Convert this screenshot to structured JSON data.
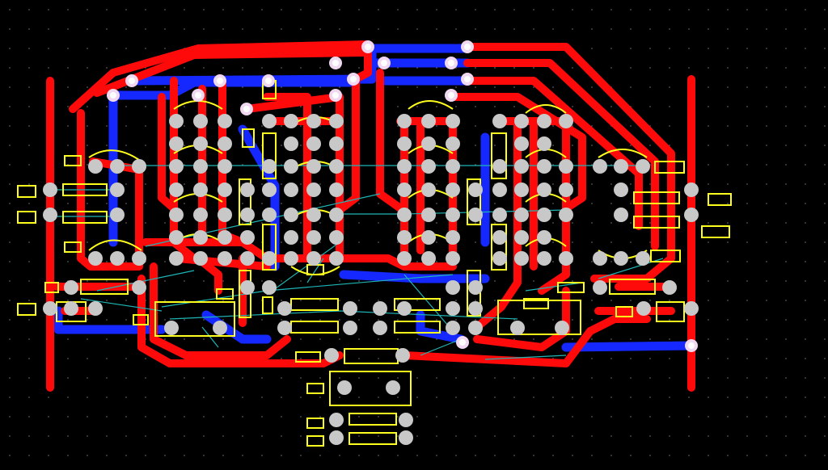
{
  "editor": {
    "view": "pcb-layout-canvas",
    "colors": {
      "background": "#000000",
      "grid_dot": "#5a5a5a",
      "top_copper": "#ff0a0a",
      "bottom_copper": "#1428ff",
      "silkscreen": "#ffff1e",
      "pad": "#c8c8c8",
      "via": "#f0d8f0",
      "via_ring": "#ffffff",
      "ratsnest": "#1fb5b5"
    },
    "layers": [
      "top-copper",
      "bottom-copper",
      "silkscreen",
      "pads",
      "vias",
      "ratsnest"
    ]
  }
}
